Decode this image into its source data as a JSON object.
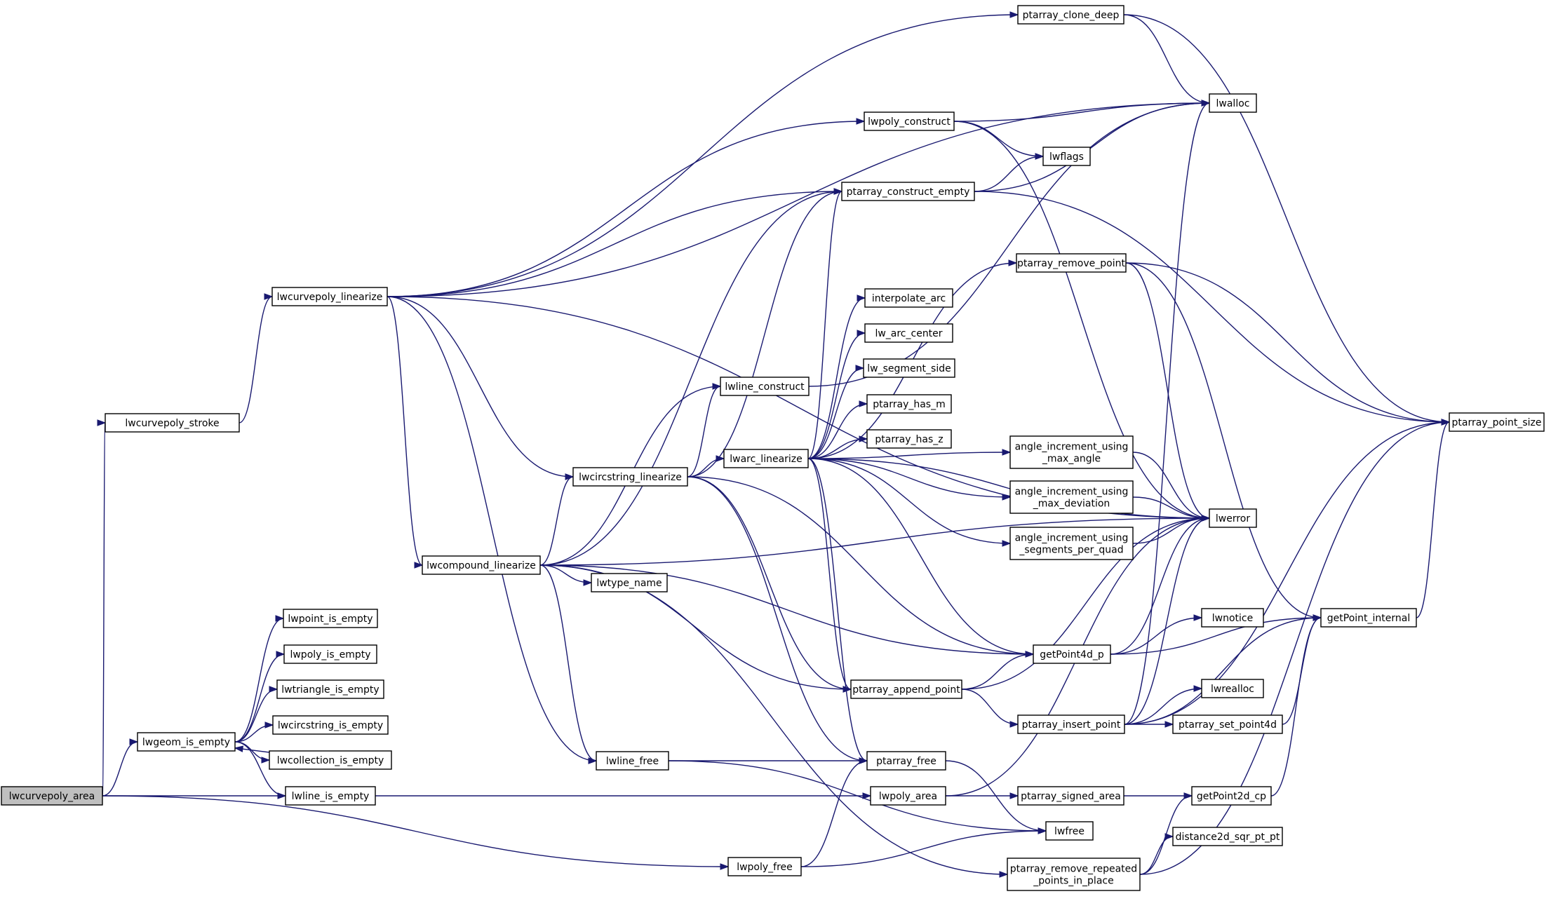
{
  "graph_title": "",
  "colors": {
    "edge": "#191970",
    "node_border": "#000000",
    "root_fill": "#bfbfbf",
    "node_fill": "#ffffff"
  },
  "nodes": {
    "lwcurvepoly_area": [
      "lwcurvepoly_area"
    ],
    "lwcurvepoly_stroke": [
      "lwcurvepoly_stroke"
    ],
    "lwgeom_is_empty": [
      "lwgeom_is_empty"
    ],
    "lwpoly_area": [
      "lwpoly_area"
    ],
    "lwpoly_free": [
      "lwpoly_free"
    ],
    "lwcurvepoly_linearize": [
      "lwcurvepoly_linearize"
    ],
    "ptarray_clone_deep": [
      "ptarray_clone_deep"
    ],
    "lwalloc": [
      "lwalloc"
    ],
    "lwpoly_construct": [
      "lwpoly_construct"
    ],
    "lwflags": [
      "lwflags"
    ],
    "ptarray_construct_empty": [
      "ptarray_construct_empty"
    ],
    "ptarray_remove_point": [
      "ptarray_remove_point"
    ],
    "interpolate_arc": [
      "interpolate_arc"
    ],
    "lw_arc_center": [
      "lw_arc_center"
    ],
    "lw_segment_side": [
      "lw_segment_side"
    ],
    "ptarray_has_m": [
      "ptarray_has_m"
    ],
    "ptarray_has_z": [
      "ptarray_has_z"
    ],
    "lwline_construct": [
      "lwline_construct"
    ],
    "lwarc_linearize": [
      "lwarc_linearize"
    ],
    "lwcircstring_linearize": [
      "lwcircstring_linearize"
    ],
    "angle_increment_using_max_angle": [
      "angle_increment_using",
      "_max_angle"
    ],
    "angle_increment_using_max_deviation": [
      "angle_increment_using",
      "_max_deviation"
    ],
    "angle_increment_using_segments_per_quad": [
      "angle_increment_using",
      "_segments_per_quad"
    ],
    "lwerror": [
      "lwerror"
    ],
    "lwcompound_linearize": [
      "lwcompound_linearize"
    ],
    "lwtype_name": [
      "lwtype_name"
    ],
    "lwpoint_is_empty": [
      "lwpoint_is_empty"
    ],
    "lwpoly_is_empty": [
      "lwpoly_is_empty"
    ],
    "lwtriangle_is_empty": [
      "lwtriangle_is_empty"
    ],
    "lwcircstring_is_empty": [
      "lwcircstring_is_empty"
    ],
    "lwcollection_is_empty": [
      "lwcollection_is_empty"
    ],
    "lwline_is_empty": [
      "lwline_is_empty"
    ],
    "lwline_free": [
      "lwline_free"
    ],
    "ptarray_free": [
      "ptarray_free"
    ],
    "ptarray_append_point": [
      "ptarray_append_point"
    ],
    "getPoint4d_p": [
      "getPoint4d_p"
    ],
    "lwnotice": [
      "lwnotice"
    ],
    "getPoint_internal": [
      "getPoint_internal"
    ],
    "lwrealloc": [
      "lwrealloc"
    ],
    "ptarray_insert_point": [
      "ptarray_insert_point"
    ],
    "ptarray_set_point4d": [
      "ptarray_set_point4d"
    ],
    "ptarray_signed_area": [
      "ptarray_signed_area"
    ],
    "getPoint2d_cp": [
      "getPoint2d_cp"
    ],
    "lwfree": [
      "lwfree"
    ],
    "distance2d_sqr_pt_pt": [
      "distance2d_sqr_pt_pt"
    ],
    "ptarray_remove_repeated_points_in_place": [
      "ptarray_remove_repeated",
      "_points_in_place"
    ],
    "ptarray_point_size": [
      "ptarray_point_size"
    ]
  },
  "edges": [
    [
      "lwcurvepoly_area",
      "lwcurvepoly_stroke"
    ],
    [
      "lwcurvepoly_area",
      "lwgeom_is_empty"
    ],
    [
      "lwcurvepoly_area",
      "lwpoly_area"
    ],
    [
      "lwcurvepoly_area",
      "lwpoly_free"
    ],
    [
      "lwcurvepoly_stroke",
      "lwcurvepoly_linearize"
    ],
    [
      "lwcurvepoly_linearize",
      "ptarray_clone_deep"
    ],
    [
      "lwcurvepoly_linearize",
      "lwalloc"
    ],
    [
      "lwcurvepoly_linearize",
      "lwpoly_construct"
    ],
    [
      "lwcurvepoly_linearize",
      "lwerror"
    ],
    [
      "lwcurvepoly_linearize",
      "ptarray_construct_empty"
    ],
    [
      "lwcurvepoly_linearize",
      "lwcircstring_linearize"
    ],
    [
      "lwcurvepoly_linearize",
      "lwcompound_linearize"
    ],
    [
      "lwcurvepoly_linearize",
      "lwline_free"
    ],
    [
      "ptarray_clone_deep",
      "lwalloc"
    ],
    [
      "ptarray_clone_deep",
      "ptarray_point_size"
    ],
    [
      "lwpoly_construct",
      "lwalloc"
    ],
    [
      "lwpoly_construct",
      "lwflags"
    ],
    [
      "lwpoly_construct",
      "lwerror"
    ],
    [
      "ptarray_construct_empty",
      "lwflags"
    ],
    [
      "ptarray_construct_empty",
      "lwalloc"
    ],
    [
      "ptarray_construct_empty",
      "ptarray_point_size"
    ],
    [
      "ptarray_remove_point",
      "lwerror"
    ],
    [
      "ptarray_remove_point",
      "ptarray_point_size"
    ],
    [
      "ptarray_remove_point",
      "getPoint_internal"
    ],
    [
      "lwline_construct",
      "lwalloc"
    ],
    [
      "lwcircstring_linearize",
      "lwline_construct"
    ],
    [
      "lwcircstring_linearize",
      "lwarc_linearize"
    ],
    [
      "lwcircstring_linearize",
      "ptarray_construct_empty"
    ],
    [
      "lwcircstring_linearize",
      "getPoint4d_p"
    ],
    [
      "lwcircstring_linearize",
      "ptarray_append_point"
    ],
    [
      "lwcircstring_linearize",
      "ptarray_free"
    ],
    [
      "lwarc_linearize",
      "ptarray_construct_empty"
    ],
    [
      "lwarc_linearize",
      "ptarray_remove_point"
    ],
    [
      "lwarc_linearize",
      "interpolate_arc"
    ],
    [
      "lwarc_linearize",
      "lw_arc_center"
    ],
    [
      "lwarc_linearize",
      "lw_segment_side"
    ],
    [
      "lwarc_linearize",
      "ptarray_has_m"
    ],
    [
      "lwarc_linearize",
      "ptarray_has_z"
    ],
    [
      "lwarc_linearize",
      "angle_increment_using_max_angle"
    ],
    [
      "lwarc_linearize",
      "angle_increment_using_max_deviation"
    ],
    [
      "lwarc_linearize",
      "angle_increment_using_segments_per_quad"
    ],
    [
      "lwarc_linearize",
      "lwerror"
    ],
    [
      "lwarc_linearize",
      "getPoint4d_p"
    ],
    [
      "lwarc_linearize",
      "ptarray_append_point"
    ],
    [
      "lwarc_linearize",
      "ptarray_free"
    ],
    [
      "angle_increment_using_max_angle",
      "lwerror"
    ],
    [
      "angle_increment_using_max_deviation",
      "lwerror"
    ],
    [
      "angle_increment_using_segments_per_quad",
      "lwerror"
    ],
    [
      "lwcompound_linearize",
      "ptarray_construct_empty"
    ],
    [
      "lwcompound_linearize",
      "lwline_construct"
    ],
    [
      "lwcompound_linearize",
      "lwcircstring_linearize"
    ],
    [
      "lwcompound_linearize",
      "lwerror"
    ],
    [
      "lwcompound_linearize",
      "lwtype_name"
    ],
    [
      "lwcompound_linearize",
      "ptarray_append_point"
    ],
    [
      "lwcompound_linearize",
      "getPoint4d_p"
    ],
    [
      "lwcompound_linearize",
      "lwline_free"
    ],
    [
      "lwcompound_linearize",
      "ptarray_remove_repeated_points_in_place"
    ],
    [
      "lwgeom_is_empty",
      "lwpoint_is_empty"
    ],
    [
      "lwgeom_is_empty",
      "lwpoly_is_empty"
    ],
    [
      "lwgeom_is_empty",
      "lwtriangle_is_empty"
    ],
    [
      "lwgeom_is_empty",
      "lwcircstring_is_empty"
    ],
    [
      "lwgeom_is_empty",
      "lwcollection_is_empty"
    ],
    [
      "lwcollection_is_empty",
      "lwgeom_is_empty"
    ],
    [
      "lwgeom_is_empty",
      "lwline_is_empty"
    ],
    [
      "lwline_free",
      "ptarray_free"
    ],
    [
      "lwline_free",
      "lwfree"
    ],
    [
      "ptarray_free",
      "lwfree"
    ],
    [
      "lwpoly_free",
      "ptarray_free"
    ],
    [
      "lwpoly_free",
      "lwfree"
    ],
    [
      "lwpoly_area",
      "ptarray_signed_area"
    ],
    [
      "lwpoly_area",
      "lwerror"
    ],
    [
      "ptarray_append_point",
      "getPoint4d_p"
    ],
    [
      "ptarray_append_point",
      "lwerror"
    ],
    [
      "ptarray_append_point",
      "ptarray_insert_point"
    ],
    [
      "getPoint4d_p",
      "lwerror"
    ],
    [
      "getPoint4d_p",
      "lwnotice"
    ],
    [
      "getPoint4d_p",
      "getPoint_internal"
    ],
    [
      "ptarray_insert_point",
      "lwerror"
    ],
    [
      "ptarray_insert_point",
      "lwalloc"
    ],
    [
      "ptarray_insert_point",
      "lwrealloc"
    ],
    [
      "ptarray_insert_point",
      "ptarray_set_point4d"
    ],
    [
      "ptarray_insert_point",
      "getPoint_internal"
    ],
    [
      "ptarray_insert_point",
      "ptarray_point_size"
    ],
    [
      "ptarray_set_point4d",
      "getPoint_internal"
    ],
    [
      "ptarray_signed_area",
      "getPoint2d_cp"
    ],
    [
      "getPoint2d_cp",
      "getPoint_internal"
    ],
    [
      "getPoint_internal",
      "ptarray_point_size"
    ],
    [
      "ptarray_remove_repeated_points_in_place",
      "getPoint2d_cp"
    ],
    [
      "ptarray_remove_repeated_points_in_place",
      "distance2d_sqr_pt_pt"
    ],
    [
      "ptarray_remove_repeated_points_in_place",
      "ptarray_point_size"
    ]
  ]
}
